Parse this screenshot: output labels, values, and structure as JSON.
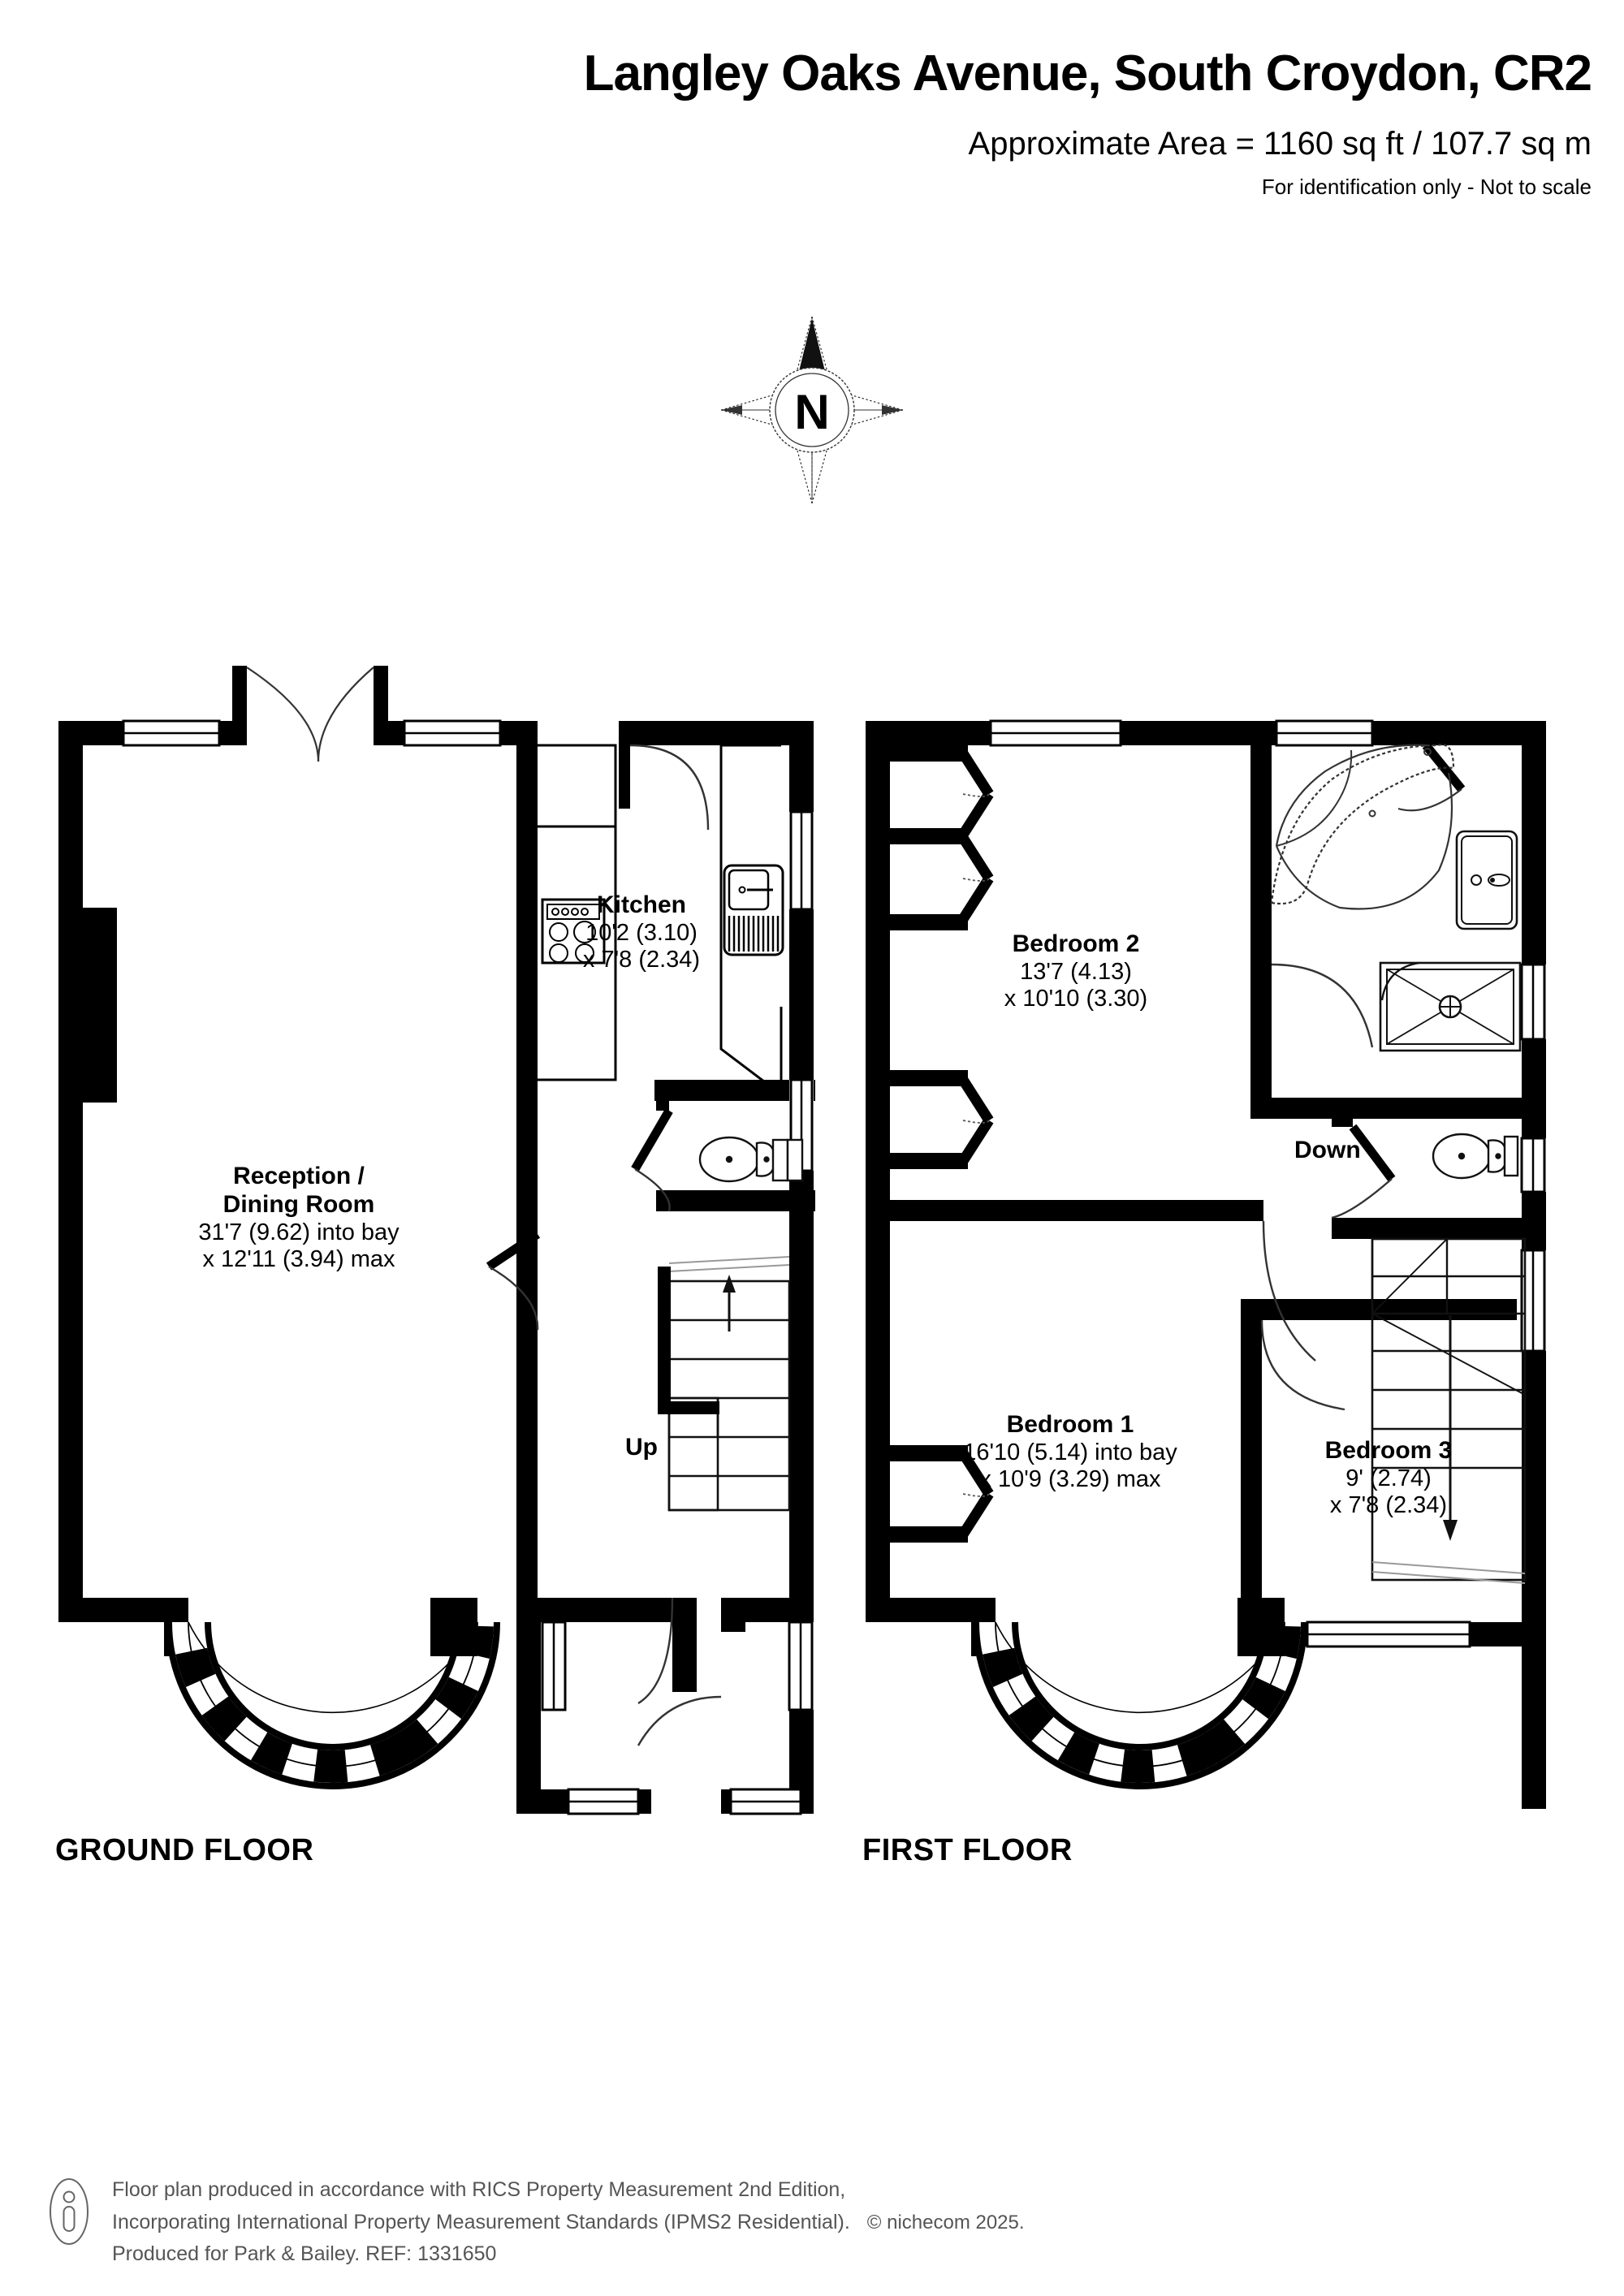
{
  "header": {
    "title": "Langley Oaks Avenue, South Croydon, CR2",
    "area": "Approximate Area = 1160 sq ft / 107.7 sq m",
    "notice": "For identification only - Not to scale"
  },
  "compass": {
    "north_label": "N"
  },
  "floors": [
    {
      "id": "ground",
      "caption": "GROUND FLOOR"
    },
    {
      "id": "first",
      "caption": "FIRST FLOOR"
    }
  ],
  "rooms": {
    "kitchen": {
      "name": "Kitchen",
      "dim1": "10'2 (3.10)",
      "dim2": "x 7'8 (2.34)"
    },
    "reception": {
      "name1": "Reception /",
      "name2": "Dining Room",
      "dim1": "31'7 (9.62) into bay",
      "dim2": "x 12'11 (3.94) max"
    },
    "bedroom2": {
      "name": "Bedroom 2",
      "dim1": "13'7 (4.13)",
      "dim2": "x 10'10 (3.30)"
    },
    "bedroom1": {
      "name": "Bedroom 1",
      "dim1": "16'10 (5.14) into bay",
      "dim2": "x 10'9 (3.29) max"
    },
    "bedroom3": {
      "name": "Bedroom 3",
      "dim1": "9' (2.74)",
      "dim2": "x 7'8 (2.34)"
    }
  },
  "stairs": {
    "up_label": "Up",
    "down_label": "Down"
  },
  "footer": {
    "line1": "Floor plan produced in accordance with RICS Property Measurement 2nd Edition,",
    "line2a": "Incorporating International Property Measurement Standards (IPMS2 Residential).",
    "line2b": "© nichecom 2025.",
    "line3": "Produced for Park & Bailey.   REF: 1331650"
  },
  "colors": {
    "wall": "#000000",
    "paper": "#ffffff",
    "footer_text": "#555555"
  }
}
